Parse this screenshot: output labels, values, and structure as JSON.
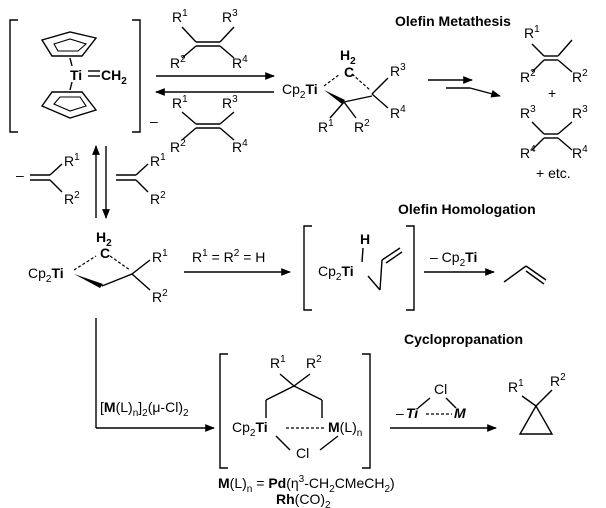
{
  "headings": {
    "metathesis": "Olefin Metathesis",
    "homologation": "Olefin Homologation",
    "cyclopropanation": "Cyclopropanation"
  },
  "atoms": {
    "ti": "Ti",
    "ch2": "CH",
    "sub2": "2",
    "cp2": "Cp",
    "h2": "H",
    "c": "C",
    "h": "H",
    "cl": "Cl",
    "m": "M",
    "l": "L",
    "n": "n"
  },
  "substituents": {
    "r1": "R",
    "r2": "R",
    "r3": "R",
    "r4": "R",
    "sup1": "1",
    "sup2": "2",
    "sup3": "3",
    "sup4": "4"
  },
  "symbols": {
    "minus": "–",
    "plus": "+",
    "etc": "+ etc."
  },
  "conditions": {
    "r_equal": "R",
    "eq1": " = R",
    "eq2": " = H",
    "minus_cp2ti": "– Cp",
    "reagent_open": "[",
    "reagent_close": "(L)",
    "reagent_tail": "(μ-Cl)",
    "elim_ti": "Ti",
    "elim_m": "M"
  },
  "legend": {
    "ml_label": "M(L)",
    "eq": " = ",
    "pd": "Pd",
    "pd_ligand": "(η",
    "pd_ligand_tail": "-CH",
    "pd_ligand_tail2": "CMeCH",
    "pd_ligand_close": ")",
    "sup3": "3",
    "rh": "Rh",
    "rh_ligand": "(CO)",
    "sub2": "2",
    "n": "n"
  }
}
